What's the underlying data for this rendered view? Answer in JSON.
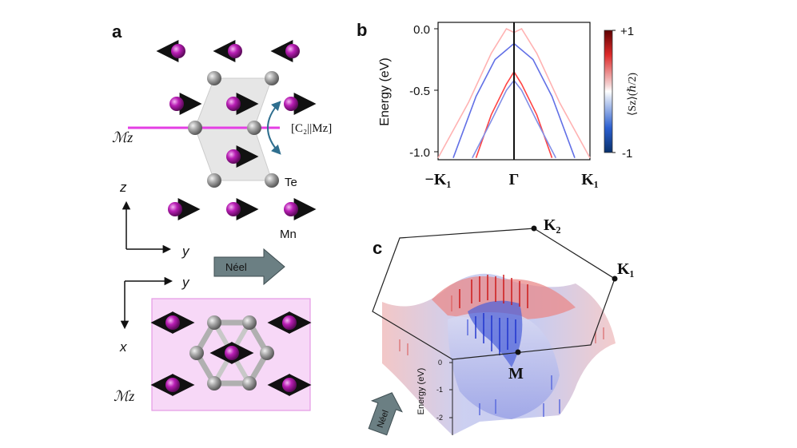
{
  "panels": {
    "a": {
      "label": "a",
      "mirror_label": "ℳz",
      "symmetry_op": "[C₂||Mz]",
      "te_label": "Te",
      "mn_label": "Mn",
      "axis_z": "z",
      "axis_y": "y",
      "axis_y2": "y",
      "axis_x": "x",
      "neel_label": "Néel",
      "mirror_label2": "ℳz"
    },
    "b": {
      "label": "b",
      "ylabel": "Energy (eV)",
      "yticks": [
        "0.0",
        "-0.5",
        "-1.0"
      ],
      "xticks": [
        "−K₁",
        "Γ",
        "K₁"
      ],
      "colorbar_top": "+1",
      "colorbar_bottom": "-1",
      "colorbar_label": "⟨Sz⟩(ℏ/2)"
    },
    "c": {
      "label": "c",
      "k2_label": "K₂",
      "k1_label": "K₁",
      "m_label": "M",
      "zlabel": "Energy (eV)",
      "zticks": [
        "0",
        "-1",
        "-2"
      ],
      "neel_label": "Néel"
    }
  },
  "colors": {
    "mn_atom": "#a0169c",
    "te_atom": "#8c8c8c",
    "mirror_line": "#e43fe4",
    "mirror_box": "#f7d8f7",
    "mirror_box_border": "#e49ae4",
    "arrow_op": "#2f6f8f",
    "neel_arrow": "#5f7478",
    "spin_up": "#cc1111",
    "spin_down": "#1a2fcc"
  },
  "chart_data": {
    "type": "line",
    "title": "",
    "xlabel": "",
    "ylabel": "Energy (eV)",
    "x_ticks": [
      "−K₁",
      "Γ",
      "K₁"
    ],
    "ylim": [
      -1.05,
      0.05
    ],
    "colorbar": {
      "label": "⟨Sz⟩(ℏ/2)",
      "range": [
        -1,
        1
      ]
    },
    "series": [
      {
        "spin": 0.35,
        "x": [
          -1,
          -0.6,
          -0.3,
          -0.1,
          0
        ],
        "y": [
          -1.05,
          -0.6,
          -0.2,
          0.0,
          -0.03
        ]
      },
      {
        "spin": 0.35,
        "x": [
          0,
          0.1,
          0.3,
          0.6,
          1
        ],
        "y": [
          -0.03,
          0.0,
          -0.2,
          -0.6,
          -1.05
        ]
      },
      {
        "spin": -0.7,
        "x": [
          -0.8,
          -0.5,
          -0.25,
          0,
          0.25,
          0.5,
          0.8
        ],
        "y": [
          -1.05,
          -0.55,
          -0.25,
          -0.12,
          -0.25,
          -0.55,
          -1.05
        ]
      },
      {
        "spin": 0.85,
        "x": [
          -0.5,
          -0.3,
          -0.1,
          0,
          0.1,
          0.3,
          0.5
        ],
        "y": [
          -1.05,
          -0.7,
          -0.45,
          -0.35,
          -0.45,
          -0.7,
          -1.05
        ]
      },
      {
        "spin": -0.55,
        "x": [
          -0.55,
          -0.3,
          -0.1,
          0,
          0.1,
          0.3,
          0.55
        ],
        "y": [
          -1.05,
          -0.75,
          -0.5,
          -0.42,
          -0.5,
          -0.75,
          -1.05
        ]
      }
    ]
  }
}
